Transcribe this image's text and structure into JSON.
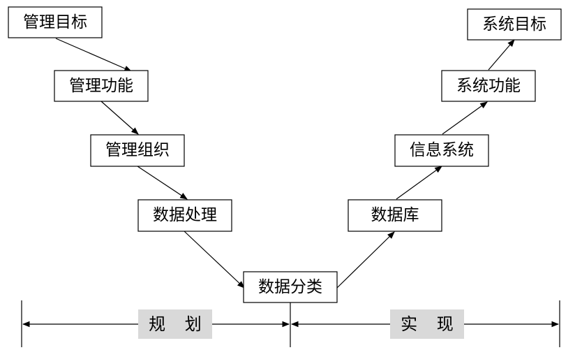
{
  "left_chain": [
    "管理目标",
    "管理功能",
    "管理组织",
    "数据处理"
  ],
  "bottom_node": "数据分类",
  "right_chain": [
    "数据库",
    "信息系统",
    "系统功能",
    "系统目标"
  ],
  "phases": {
    "left": "规 划",
    "right": "实 现"
  },
  "colors": {
    "phase_band": "#d9d9d9",
    "stroke": "#000000"
  }
}
